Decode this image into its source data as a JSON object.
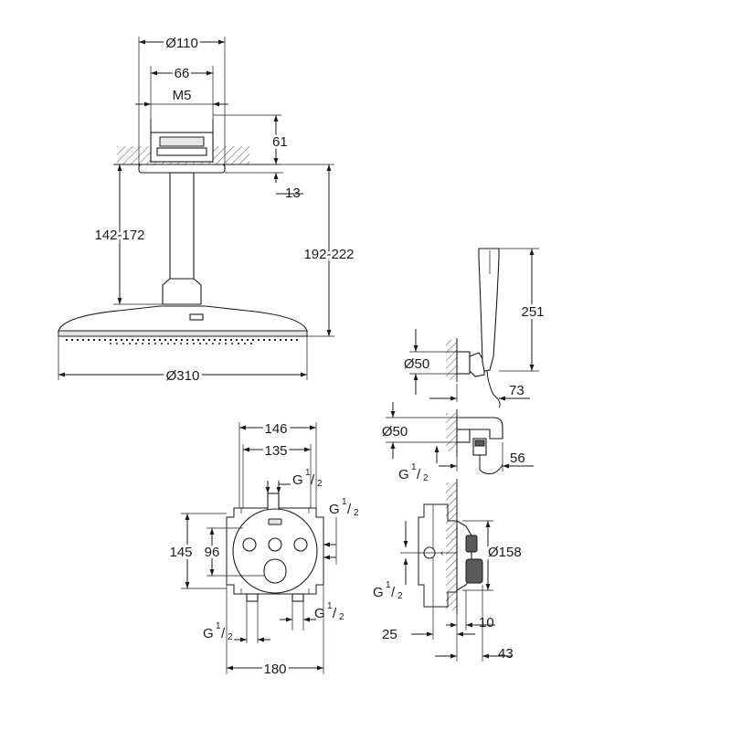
{
  "dimensions": {
    "d110": "Ø110",
    "d66": "66",
    "m5": "M5",
    "d61": "61",
    "d13": "13",
    "d142_172": "142-172",
    "d192_222": "192-222",
    "d310": "Ø310",
    "d251": "251",
    "d50_top": "Ø50",
    "d73": "73",
    "d50_bot": "Ø50",
    "d56": "56",
    "g_half_hose": "G",
    "d146": "146",
    "d135": "135",
    "g_half_top": "G",
    "g_half_right": "G",
    "d145": "145",
    "d96": "96",
    "g_half_bottom_right": "G",
    "g_half_bottom_left": "G",
    "d180": "180",
    "d158": "Ø158",
    "g_half_side": "G",
    "d25": "25",
    "d10": "10",
    "d43": "43"
  },
  "fraction": {
    "num": "1",
    "den": "2"
  }
}
